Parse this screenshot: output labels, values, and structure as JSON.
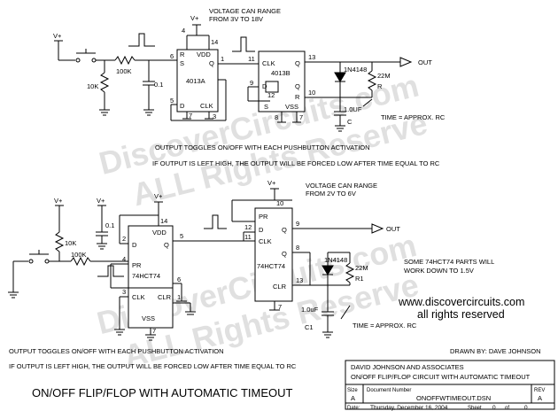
{
  "watermark": {
    "line1": "DiscoverCircuits.com",
    "line2": "ALL Rights Reserve"
  },
  "top_circuit": {
    "vplus_labels": [
      "V+",
      "V+"
    ],
    "supply_note": [
      "VOLTAGE CAN RANGE",
      "FROM 3V TO 18V"
    ],
    "r_10k": "10K",
    "r_100k": "100K",
    "cap_01": "0.1",
    "ic1": {
      "name": "4013A",
      "pins": {
        "p4": "4",
        "p14": "14",
        "p6": "6",
        "p1": "1",
        "p5": "5",
        "p3": "3",
        "p7": "7"
      },
      "labels": {
        "r": "R",
        "vdd": "VDD",
        "s": "S",
        "q": "Q",
        "d": "D",
        "clk": "CLK"
      }
    },
    "ic2": {
      "name": "4013B",
      "pins": {
        "p11": "11",
        "p13": "13",
        "p9": "9",
        "p12": "12",
        "p10": "10",
        "p8": "8",
        "p7": "7"
      },
      "labels": {
        "clk": "CLK",
        "q": "Q",
        "d": "D",
        "qbar": "Q",
        "r": "R",
        "s": "S",
        "vss": "VSS"
      }
    },
    "diode": "1N4148",
    "r_22m": "22M",
    "cap_1uf": "1.0UF",
    "cap_c": "C",
    "r_r": "R",
    "out": "OUT",
    "time": "TIME = APPROX. RC",
    "caption1": "OUTPUT TOGGLES ON/OFF WITH EACH PUSHBUTTON ACTIVATION",
    "caption2": "IF OUTPUT IS LEFT HIGH, THE OUTPUT WILL BE FORCED LOW AFTER TIME EQUAL TO RC"
  },
  "bottom_circuit": {
    "vplus_labels": [
      "V+",
      "V+",
      "V+",
      "V+"
    ],
    "supply_note": [
      "VOLTAGE CAN RANGE",
      "FROM 2V TO 6V"
    ],
    "r_10k": "10K",
    "r_100k": "100K",
    "cap_01": "0.1",
    "ic1": {
      "name": "74HCT74",
      "pins": {
        "p14": "14",
        "p2": "2",
        "p4": "4",
        "p5": "5",
        "p1": "1",
        "p3": "3",
        "p6": "6",
        "p7": "7"
      },
      "labels": {
        "vdd": "VDD",
        "d": "D",
        "q": "Q",
        "pr": "PR",
        "clk": "CLK",
        "clr": "CLR",
        "vss": "VSS"
      }
    },
    "ic2": {
      "name": "74HCT74",
      "pins": {
        "p10": "10",
        "p12": "12",
        "p11": "11",
        "p9": "9",
        "p8": "8",
        "p13": "13",
        "p7": "7"
      },
      "labels": {
        "pr": "PR",
        "d": "D",
        "q": "Q",
        "clk": "CLK",
        "qbar": "Q",
        "clr": "CLR"
      }
    },
    "diode": "1N4148",
    "r_22m": "22M",
    "r_r1": "R1",
    "cap_1uf": "1.0uF",
    "cap_c1": "C1",
    "out": "OUT",
    "time": "TIME = APPROX. RC",
    "parts_note": [
      "SOME 74HCT74 PARTS WILL",
      "WORK DOWN TO 1.5V"
    ],
    "caption1": "OUTPUT TOGGLES ON/OFF WITH EACH PUSHBUTTON ACTIVATION",
    "caption2": "IF OUTPUT IS LEFT HIGH, THE OUTPUT WILL BE FORCED LOW AFTER TIME EQUAL TO RC"
  },
  "website": "www.discovercircuits.com",
  "rights": "all rights reserved",
  "drawn_by": "DRAWN BY: DAVE JOHNSON",
  "title": "ON/OFF FLIP/FLOP WITH AUTOMATIC TIMEOUT",
  "title_block": {
    "company": "DAVID JOHNSON AND ASSOCIATES",
    "circuit": "ON/OFF FLIP/FLOP CIRCUIT WITH AUTOMATIC TIMEOUT",
    "size_label": "Size",
    "size_value": "A",
    "docnum_label": "Document Number",
    "docnum_value": "ONOFFWTIMEOUT.DSN",
    "rev_label": "REV",
    "rev_value": "A",
    "date_label": "Date:",
    "date_value": "Thursday, December 16, 2004",
    "sheet_label": "Sheet",
    "sheet_value": "0",
    "of_label": "of",
    "of_value": "0"
  }
}
